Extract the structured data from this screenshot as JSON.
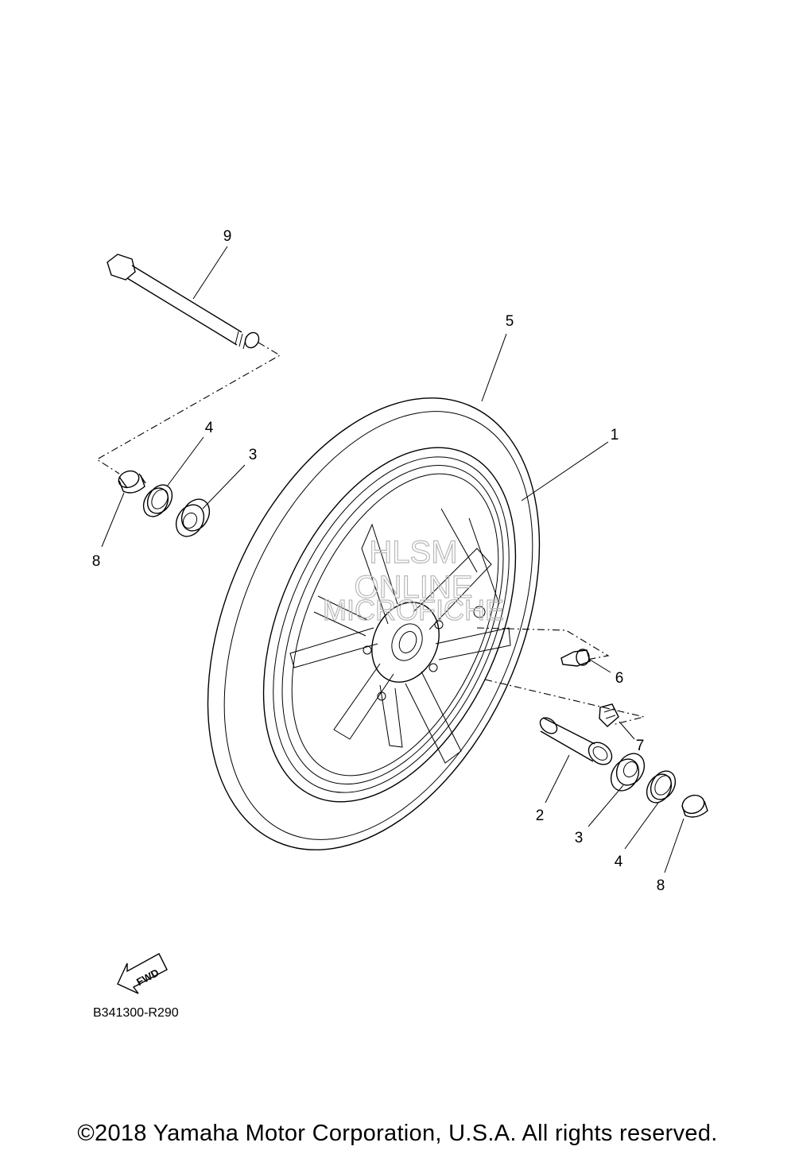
{
  "callouts": {
    "c9": "9",
    "c5": "5",
    "c4a": "4",
    "c3a": "3",
    "c1": "1",
    "c8a": "8",
    "c6": "6",
    "c7": "7",
    "c2": "2",
    "c3b": "3",
    "c4b": "4",
    "c8b": "8"
  },
  "fwd_label": "FWD",
  "diagram_code": "B341300-R290",
  "watermark": [
    "HLSM",
    "ONLINE",
    "MICROFICHE"
  ],
  "copyright": "©2018 Yamaha Motor Corporation, U.S.A. All rights reserved."
}
